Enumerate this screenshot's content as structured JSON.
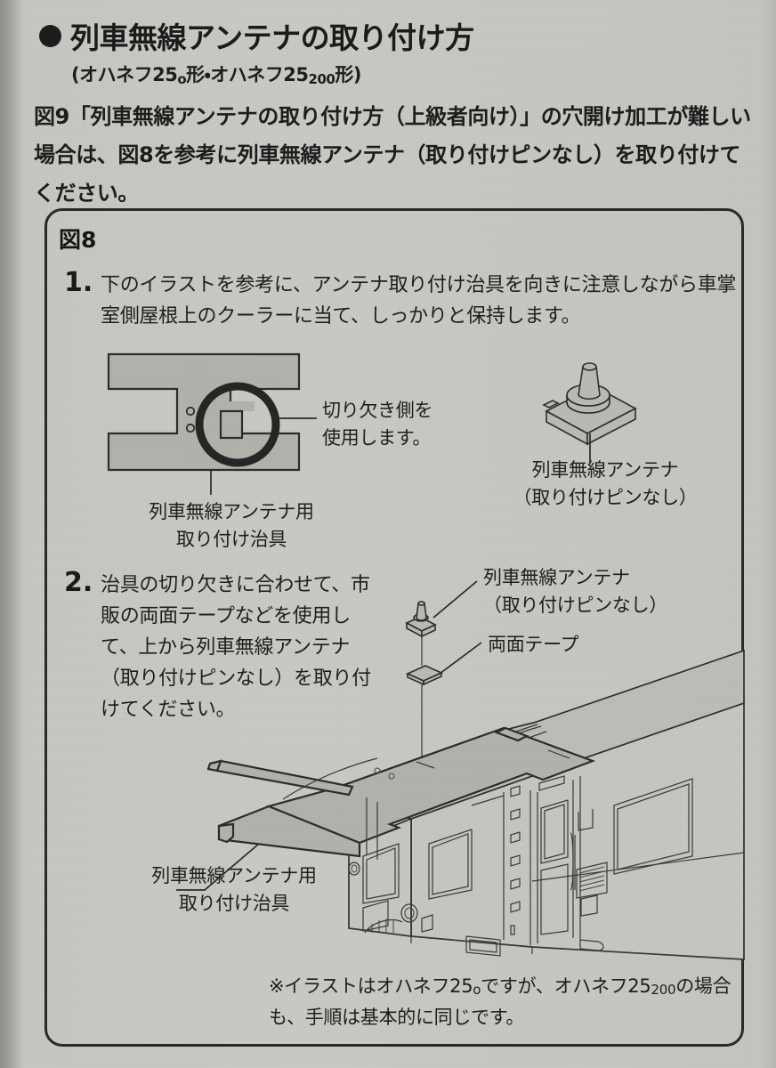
{
  "page": {
    "background_color": "#c9c9c4",
    "ink_color": "#2b2b2b"
  },
  "heading": {
    "bullet": "●",
    "title": "列車無線アンテナの取り付け方",
    "subtitle_prefix": "(オハネフ25",
    "subtitle_sub_1": "o",
    "subtitle_mid": "形・オハネフ25",
    "subtitle_sub_2": "200",
    "subtitle_suffix": "形)"
  },
  "intro": {
    "text": "図9「列車無線アンテナの取り付け方（上級者向け）」の穴開け加工が難しい場合は、図8を参考に列車無線アンテナ（取り付けピンなし）を取り付けてください。"
  },
  "figure": {
    "label": "図8",
    "steps": [
      {
        "number": "1.",
        "text": "下のイラストを参考に、アンテナ取り付け治具を向きに注意しながら車掌室側屋根上のクーラーに当て、しっかりと保持します。"
      },
      {
        "number": "2.",
        "text": "治具の切り欠きに合わせて、市販の両面テープなどを使用して、上から列車無線アンテナ（取り付けピンなし）を取り付けてください。"
      }
    ],
    "callouts": {
      "notch": "切り欠き側を\n使用します。",
      "notch_line1": "切り欠き側を",
      "notch_line2": "使用します。",
      "jig_top_line1": "列車無線アンテナ用",
      "jig_top_line2": "取り付け治具",
      "antenna_top_line1": "列車無線アンテナ",
      "antenna_top_line2": "（取り付けピンなし）",
      "antenna_mid_line1": "列車無線アンテナ",
      "antenna_mid_line2": "（取り付けピンなし）",
      "tape": "両面テープ",
      "jig_bottom_line1": "列車無線アンテナ用",
      "jig_bottom_line2": "取り付け治具"
    },
    "footnote": {
      "prefix": "※イラストはオハネフ25",
      "sub_1": "o",
      "mid": "ですが、オハネフ25",
      "sub_2": "200",
      "suffix": "の場合も、手順は基本的に同じです。"
    }
  },
  "icons": {
    "bullet": "filled-circle-icon",
    "jig": "antenna-mounting-jig-icon",
    "antenna": "train-radio-antenna-icon",
    "tape": "double-sided-tape-icon",
    "car": "passenger-car-illustration"
  }
}
